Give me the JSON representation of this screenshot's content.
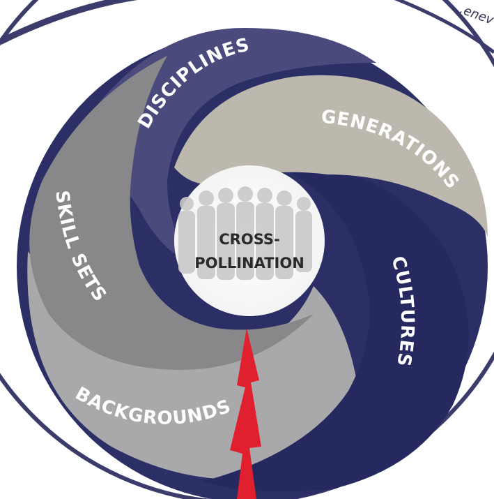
{
  "diagram": {
    "center_title_line1": "CROSS-",
    "center_title_line2": "POLLINATION",
    "segments": [
      {
        "label": "DISCIPLINES",
        "color": "#4a4b7c"
      },
      {
        "label": "GENERATIONS",
        "color": "#bdb8ae"
      },
      {
        "label": "CULTURES",
        "color": "#25295f"
      },
      {
        "label": "BACKGROUNDS",
        "color": "#a9a9ab"
      },
      {
        "label": "SKILL SETS",
        "color": "#88888a"
      }
    ],
    "corner_text": "...enev",
    "accent_color": "#e01f2f",
    "outer_ring_color": "#3b3c6b"
  }
}
